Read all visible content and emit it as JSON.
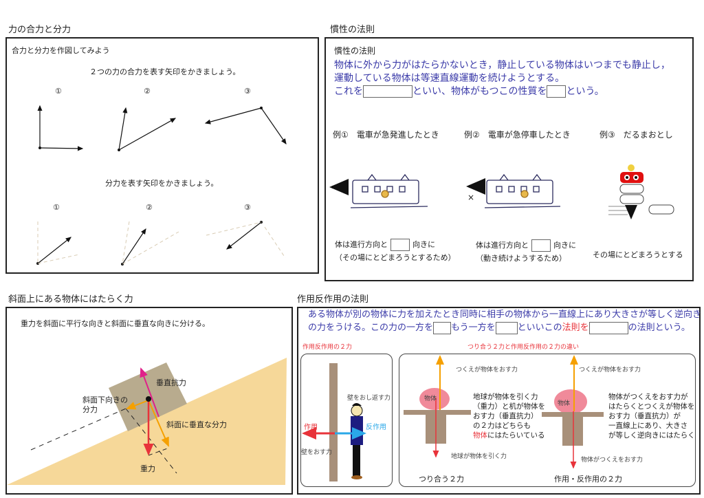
{
  "composition": {
    "title": "力の合力と分力",
    "intro": "合力と分力を作図してみよう",
    "resultant_instruction": "２つの力の合力を表す矢印をかきましょう。",
    "component_instruction": "分力を表す矢印をかきましょう。",
    "labels": [
      "①",
      "②",
      "③"
    ]
  },
  "inertia": {
    "title": "慣性の法則",
    "box_title": "慣性の法則",
    "line1": "物体に外から力がはたらかないとき，静止している物体はいつまでも静止し，",
    "line2": "運動している物体は等速直線運動を続けようとする。",
    "line3a": "これを",
    "line3b": "といい、物体がもつこの性質を",
    "line3c": "という。",
    "examples": [
      "例①　電車が急発進したとき",
      "例②　電車が急停車したとき",
      "例③　だるまおとし"
    ],
    "ex1_a": "体は進行方向と",
    "ex1_b": "向きに",
    "ex1_c": "（その場にとどまろうとするため）",
    "ex2_a": "体は進行方向と",
    "ex2_b": "向きに",
    "ex2_c": "（動き続けようするため）",
    "ex3": "その場にとどまろうとする",
    "cross": "×"
  },
  "slope": {
    "title": "斜面上にある物体にはたらく力",
    "instruction": "重力を斜面に平行な向きと斜面に垂直な向きに分ける。",
    "normal": "垂直抗力",
    "down_slope_1": "斜面下向きの",
    "down_slope_2": "分力",
    "perpendicular": "斜面に垂直な分力",
    "gravity": "重力"
  },
  "action": {
    "title": "作用反作用の法則",
    "line1": "ある物体が別の物体に力を加えたとき同時に相手の物体から一直線上にあり大きさが等しく逆向き",
    "line2a": "の力をうける。この力の一方を",
    "line2b": "もう一方を",
    "line2c": "といいこの",
    "line2d": "法則を",
    "line2e": "の法則という。",
    "left_heading": "作用反作用の２力",
    "right_heading": "つり合う２力と作用反作用の２力の違い",
    "wall_push_back": "壁をおし返す力",
    "action_label": "作用",
    "reaction_label": "反作用",
    "wall_push": "壁をおす力",
    "desk_pushes_1": "つくえが物体をおす力",
    "desk_pushes_2": "つくえが物体をおす力",
    "object_1": "物体",
    "object_2": "物体",
    "balance_text": [
      "地球が物体を引く力",
      "（重力）と机が物体を",
      "おす力（垂直抗力）",
      "の２力はどちらも"
    ],
    "balance_last_red": "物体",
    "balance_last": "にはたらいている",
    "earth_pulls": "地球が物体を引く力",
    "object_pushes_desk": "物体がつくえをおす力",
    "ar_text": [
      "物体がつくえをおす力が",
      "はたらくとつくえが物体を",
      "おす力（垂直抗力）が",
      "一直線上にあり、大きさ",
      "が等しく逆向きにはたらく"
    ],
    "balance_caption": "つり合う２力",
    "ar_caption": "作用・反作用の２力"
  },
  "colors": {
    "blue_text": "#3a3aa8",
    "red": "#e8333a",
    "orange": "#f5a000",
    "magenta": "#e0208a",
    "slope": "#f6d899",
    "block": "#b8ab8e",
    "desk": "#a8907a"
  }
}
